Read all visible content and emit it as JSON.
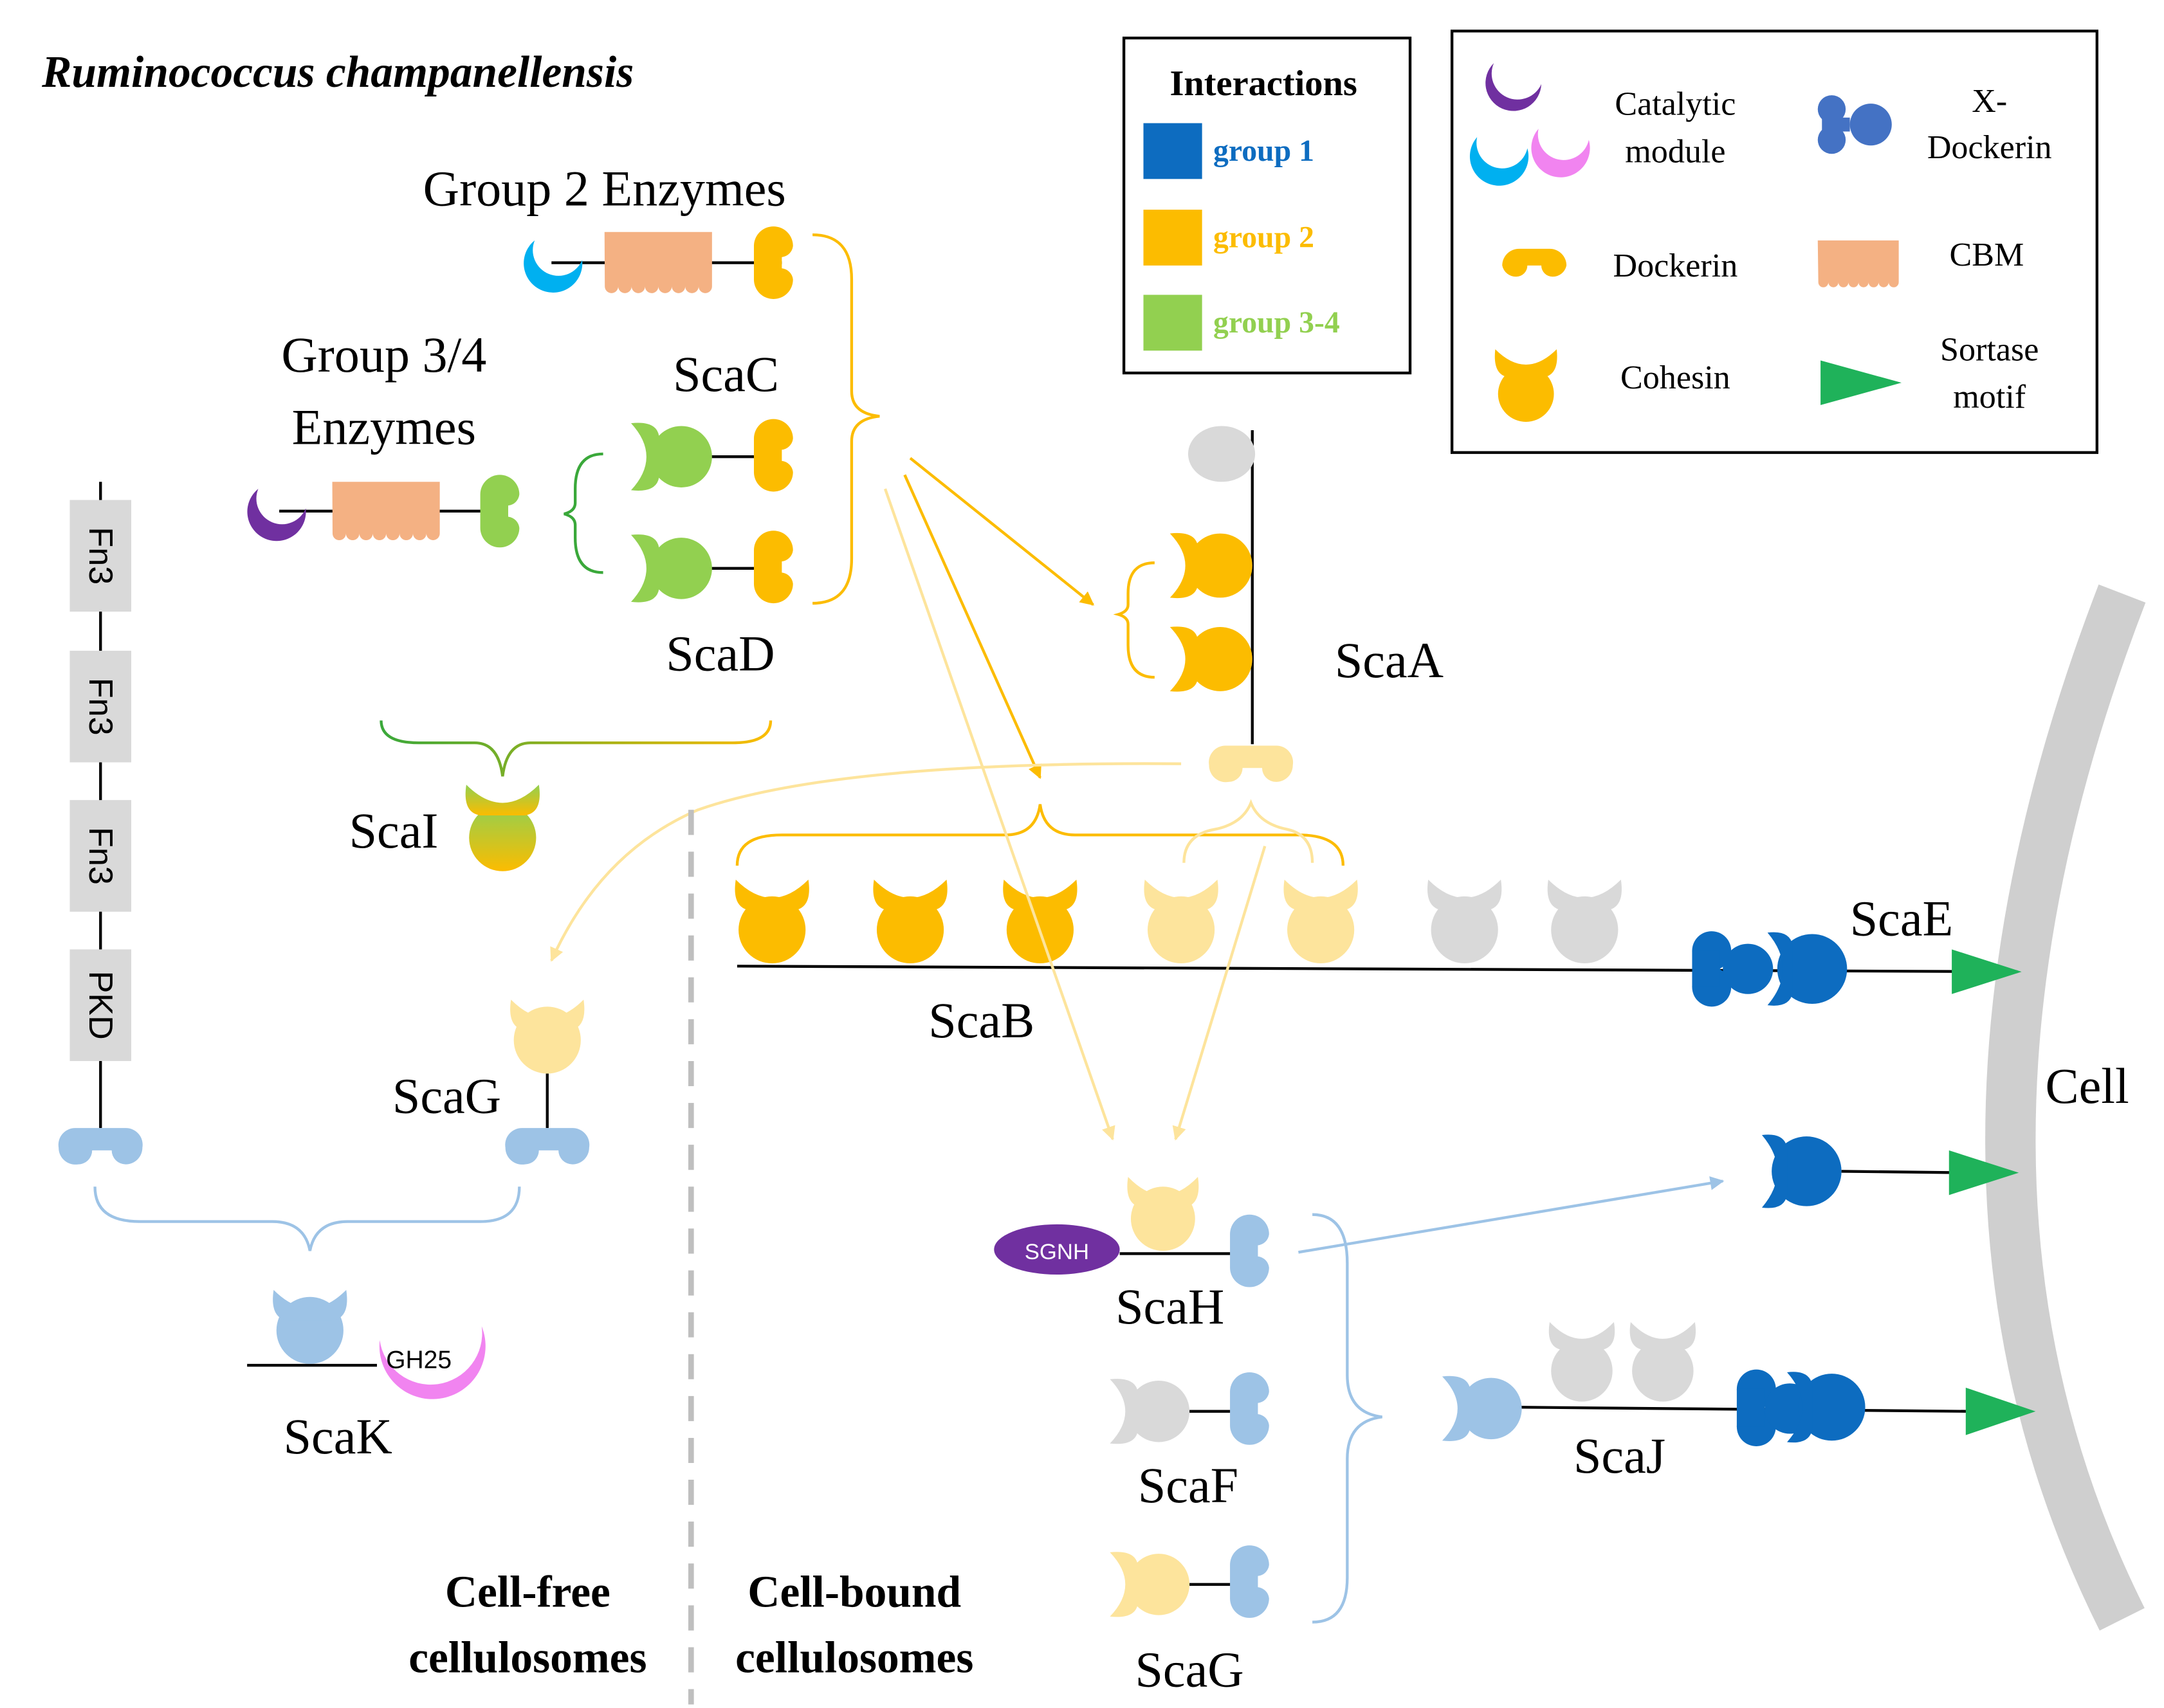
{
  "title": "Ruminococcus champanellensis",
  "labels": {
    "group2_enzymes": "Group 2 Enzymes",
    "group34_line1": "Group 3/4",
    "group34_line2": "Enzymes",
    "scaC": "ScaC",
    "scaD": "ScaD",
    "scaA": "ScaA",
    "scaB": "ScaB",
    "scaE": "ScaE",
    "scaI": "ScaI",
    "scaG_free": "ScaG",
    "scaK": "ScaK",
    "scaH": "ScaH",
    "scaF": "ScaF",
    "scaG_bound": "ScaG",
    "scaJ": "ScaJ",
    "cell": "Cell",
    "gh25": "GH25",
    "sgnh": "SGNH",
    "cell_free_1": "Cell-free",
    "cell_free_2": "cellulosomes",
    "cell_bound_1": "Cell-bound",
    "cell_bound_2": "cellulosomes"
  },
  "fn3_domains": [
    "Fn3",
    "Fn3",
    "Fn3",
    "PKD"
  ],
  "interactions": {
    "title": "Interactions",
    "items": [
      {
        "label": "group 1",
        "color": "#0d6cc0"
      },
      {
        "label": "group 2",
        "color": "#fcbc00"
      },
      {
        "label": "group 3-4",
        "color": "#92d050"
      }
    ]
  },
  "legend": {
    "catalytic_1": "Catalytic",
    "catalytic_2": "module",
    "x_dockerin_1": "X-",
    "x_dockerin_2": "Dockerin",
    "dockerin": "Dockerin",
    "cbm": "CBM",
    "cohesin": "Cohesin",
    "sortase_1": "Sortase",
    "sortase_2": "motif"
  },
  "colors": {
    "group1_blue": "#0d6cc0",
    "group2_orange": "#fcbc00",
    "group34_green": "#92d050",
    "light_orange": "#fde49c",
    "light_blue": "#9dc3e6",
    "grey": "#d9d9d9",
    "purple": "#7030a0",
    "cyan": "#00b0f0",
    "pink": "#f184f0",
    "cbm_salmon": "#f4b183",
    "sortase_green": "#1fb25a",
    "cell_wall": "#cfcfcf"
  }
}
